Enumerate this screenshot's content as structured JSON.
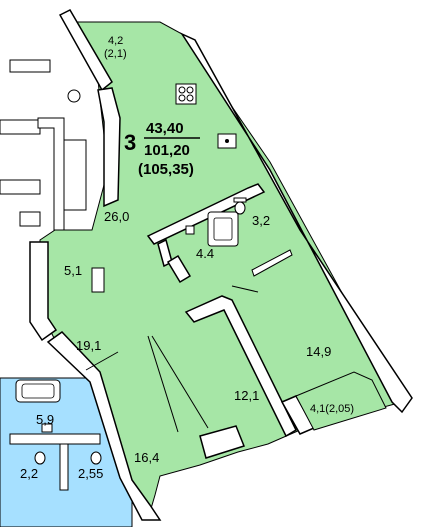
{
  "apartment": {
    "rooms_count": "3",
    "living_area": "43,40",
    "total_area": "101,20",
    "total_area_with_balconies": "(105,35)"
  },
  "rooms": [
    {
      "id": "loggia-top",
      "area": "4,2",
      "area_reduced": "(2,1)"
    },
    {
      "id": "hall",
      "area": "26,0"
    },
    {
      "id": "bathroom",
      "area": "4.4"
    },
    {
      "id": "wc",
      "area": "3,2"
    },
    {
      "id": "storage",
      "area": "5,1"
    },
    {
      "id": "corridor-room",
      "area": "19,1"
    },
    {
      "id": "bedroom-right",
      "area": "14,9"
    },
    {
      "id": "bedroom-middle",
      "area": "12,1"
    },
    {
      "id": "bedroom-bottom",
      "area": "16,4"
    },
    {
      "id": "loggia-bottom",
      "area": "4,1(2,05)"
    }
  ],
  "neighbour": [
    {
      "id": "neighbour-bath",
      "area": "5,9"
    },
    {
      "id": "neighbour-wc-left",
      "area": "2,2"
    },
    {
      "id": "neighbour-wc-right",
      "area": "2,55"
    }
  ],
  "colors": {
    "apartment_fill": "#a6e6a6",
    "neighbour_fill": "#a6e0ff",
    "wall": "#ffffff",
    "wall_stroke": "#000000"
  }
}
